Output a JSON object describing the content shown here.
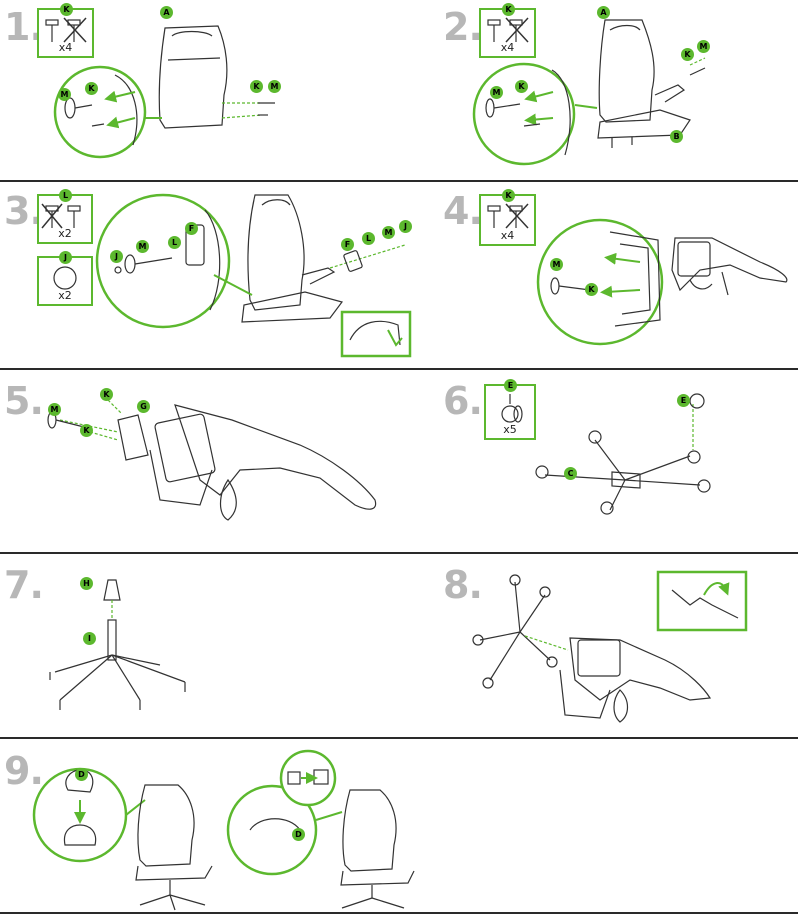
{
  "colors": {
    "accent": "#5cb82e",
    "step_number": "#b7b7b7",
    "divider": "#2a2a2a",
    "line_art": "#333333"
  },
  "steps": [
    {
      "number": "1.",
      "parts": [
        "K"
      ],
      "quantity": "x4",
      "labels": [
        "A",
        "K",
        "M",
        "K",
        "M"
      ]
    },
    {
      "number": "2.",
      "parts": [
        "K"
      ],
      "quantity": "x4",
      "labels": [
        "A",
        "K",
        "M",
        "M",
        "K",
        "B"
      ]
    },
    {
      "number": "3.",
      "parts": [
        "L",
        "J"
      ],
      "quantities": [
        "x2",
        "x2"
      ],
      "labels": [
        "F",
        "J",
        "M",
        "L",
        "F",
        "L",
        "M",
        "J"
      ]
    },
    {
      "number": "4.",
      "parts": [
        "K"
      ],
      "quantity": "x4",
      "labels": [
        "M",
        "K"
      ]
    },
    {
      "number": "5.",
      "parts": [],
      "labels": [
        "K",
        "G",
        "M",
        "K"
      ]
    },
    {
      "number": "6.",
      "parts": [
        "E"
      ],
      "quantity": "x5",
      "labels": [
        "E",
        "C"
      ]
    },
    {
      "number": "7.",
      "parts": [],
      "labels": [
        "H",
        "I"
      ]
    },
    {
      "number": "8.",
      "parts": [],
      "labels": []
    },
    {
      "number": "9.",
      "parts": [],
      "labels": [
        "D",
        "D"
      ]
    }
  ]
}
